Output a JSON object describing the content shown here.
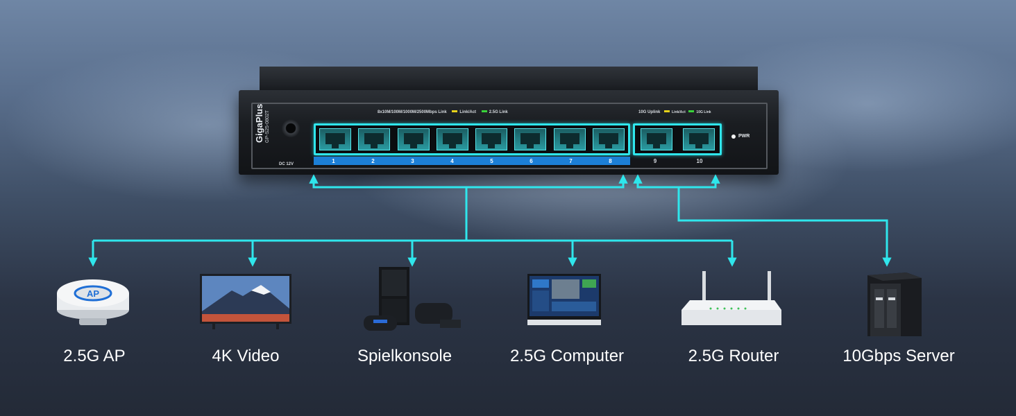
{
  "switch": {
    "brand": "GigaPlus",
    "model": "GP-S25-0802T",
    "dc_label": "DC 12V",
    "block_label_main": "8x10M/100M/1000M/2500Mbps Link",
    "led_link_act": "Link/Act",
    "led_25g": "2.5G Link",
    "block_label_uplink": "10G Uplink",
    "led_uplink_link_act": "Link/Act",
    "led_10g": "10G Link",
    "port_numbers": [
      "1",
      "2",
      "3",
      "4",
      "5",
      "6",
      "7",
      "8"
    ],
    "uplink_numbers": [
      "9",
      "10"
    ],
    "power_label": "PWR",
    "accent_color": "#2fe6ec",
    "label_bar_color": "#1c7fd6"
  },
  "devices": [
    {
      "label": "2.5G AP",
      "icon": "access-point-icon",
      "icon_text": "AP"
    },
    {
      "label": "4K Video",
      "icon": "tv-icon"
    },
    {
      "label": "Spielkonsole",
      "icon": "game-console-icon"
    },
    {
      "label": "2.5G Computer",
      "icon": "monitor-icon"
    },
    {
      "label": "2.5G Router",
      "icon": "router-icon"
    },
    {
      "label": "10Gbps Server",
      "icon": "server-icon"
    }
  ],
  "connector_color": "#2fe6ec"
}
